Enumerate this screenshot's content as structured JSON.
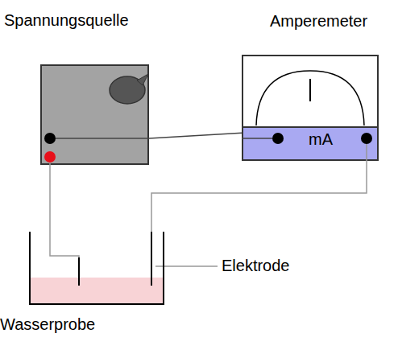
{
  "diagram": {
    "nodes": [
      {
        "text": [
          "Spannungsquelle"
        ]
      },
      {
        "text": [
          "Amperemeter",
          "mA"
        ]
      },
      {
        "text": [
          "Wasserprobe"
        ]
      }
    ],
    "edges": [
      {
        "from": 0,
        "to": 1,
        "arrow": "none"
      },
      {
        "from": 1,
        "to": 2,
        "arrow": "none"
      },
      {
        "from": 0,
        "to": 2,
        "arrow": "none"
      }
    ],
    "labels": [
      "Elektrode"
    ]
  }
}
